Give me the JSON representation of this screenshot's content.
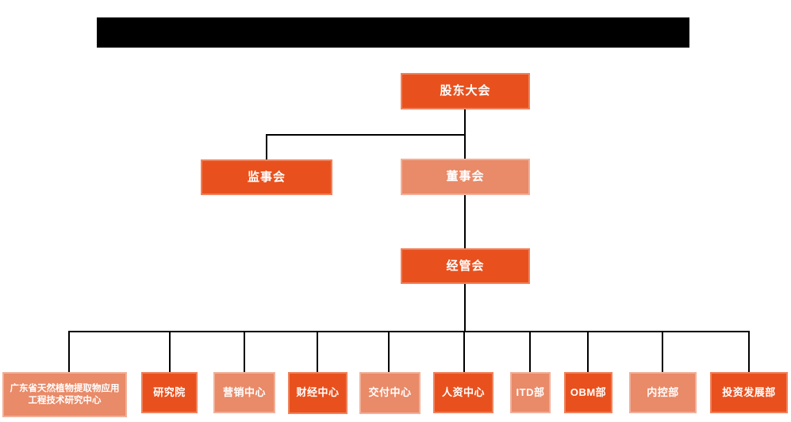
{
  "colors": {
    "primary": "#E8511E",
    "secondary": "#E98A68",
    "connector": "#000000",
    "title_bar": "#000000",
    "node_text": "#FFFFFF"
  },
  "org_chart": {
    "type": "org-hierarchy",
    "level1": {
      "label": "股东大会",
      "variant": "dark"
    },
    "level2": [
      {
        "label": "监事会",
        "variant": "dark"
      },
      {
        "label": "董事会",
        "variant": "light"
      }
    ],
    "level3": {
      "label": "经管会",
      "variant": "dark"
    },
    "level4": [
      {
        "label": "广东省天然植物提取物应用工程技术研究中心",
        "variant": "light"
      },
      {
        "label": "研究院",
        "variant": "dark"
      },
      {
        "label": "营销中心",
        "variant": "light"
      },
      {
        "label": "财经中心",
        "variant": "dark"
      },
      {
        "label": "交付中心",
        "variant": "light"
      },
      {
        "label": "人资中心",
        "variant": "dark"
      },
      {
        "label": "ITD部",
        "variant": "light"
      },
      {
        "label": "OBM部",
        "variant": "dark"
      },
      {
        "label": "内控部",
        "variant": "light"
      },
      {
        "label": "投资发展部",
        "variant": "dark"
      }
    ]
  }
}
